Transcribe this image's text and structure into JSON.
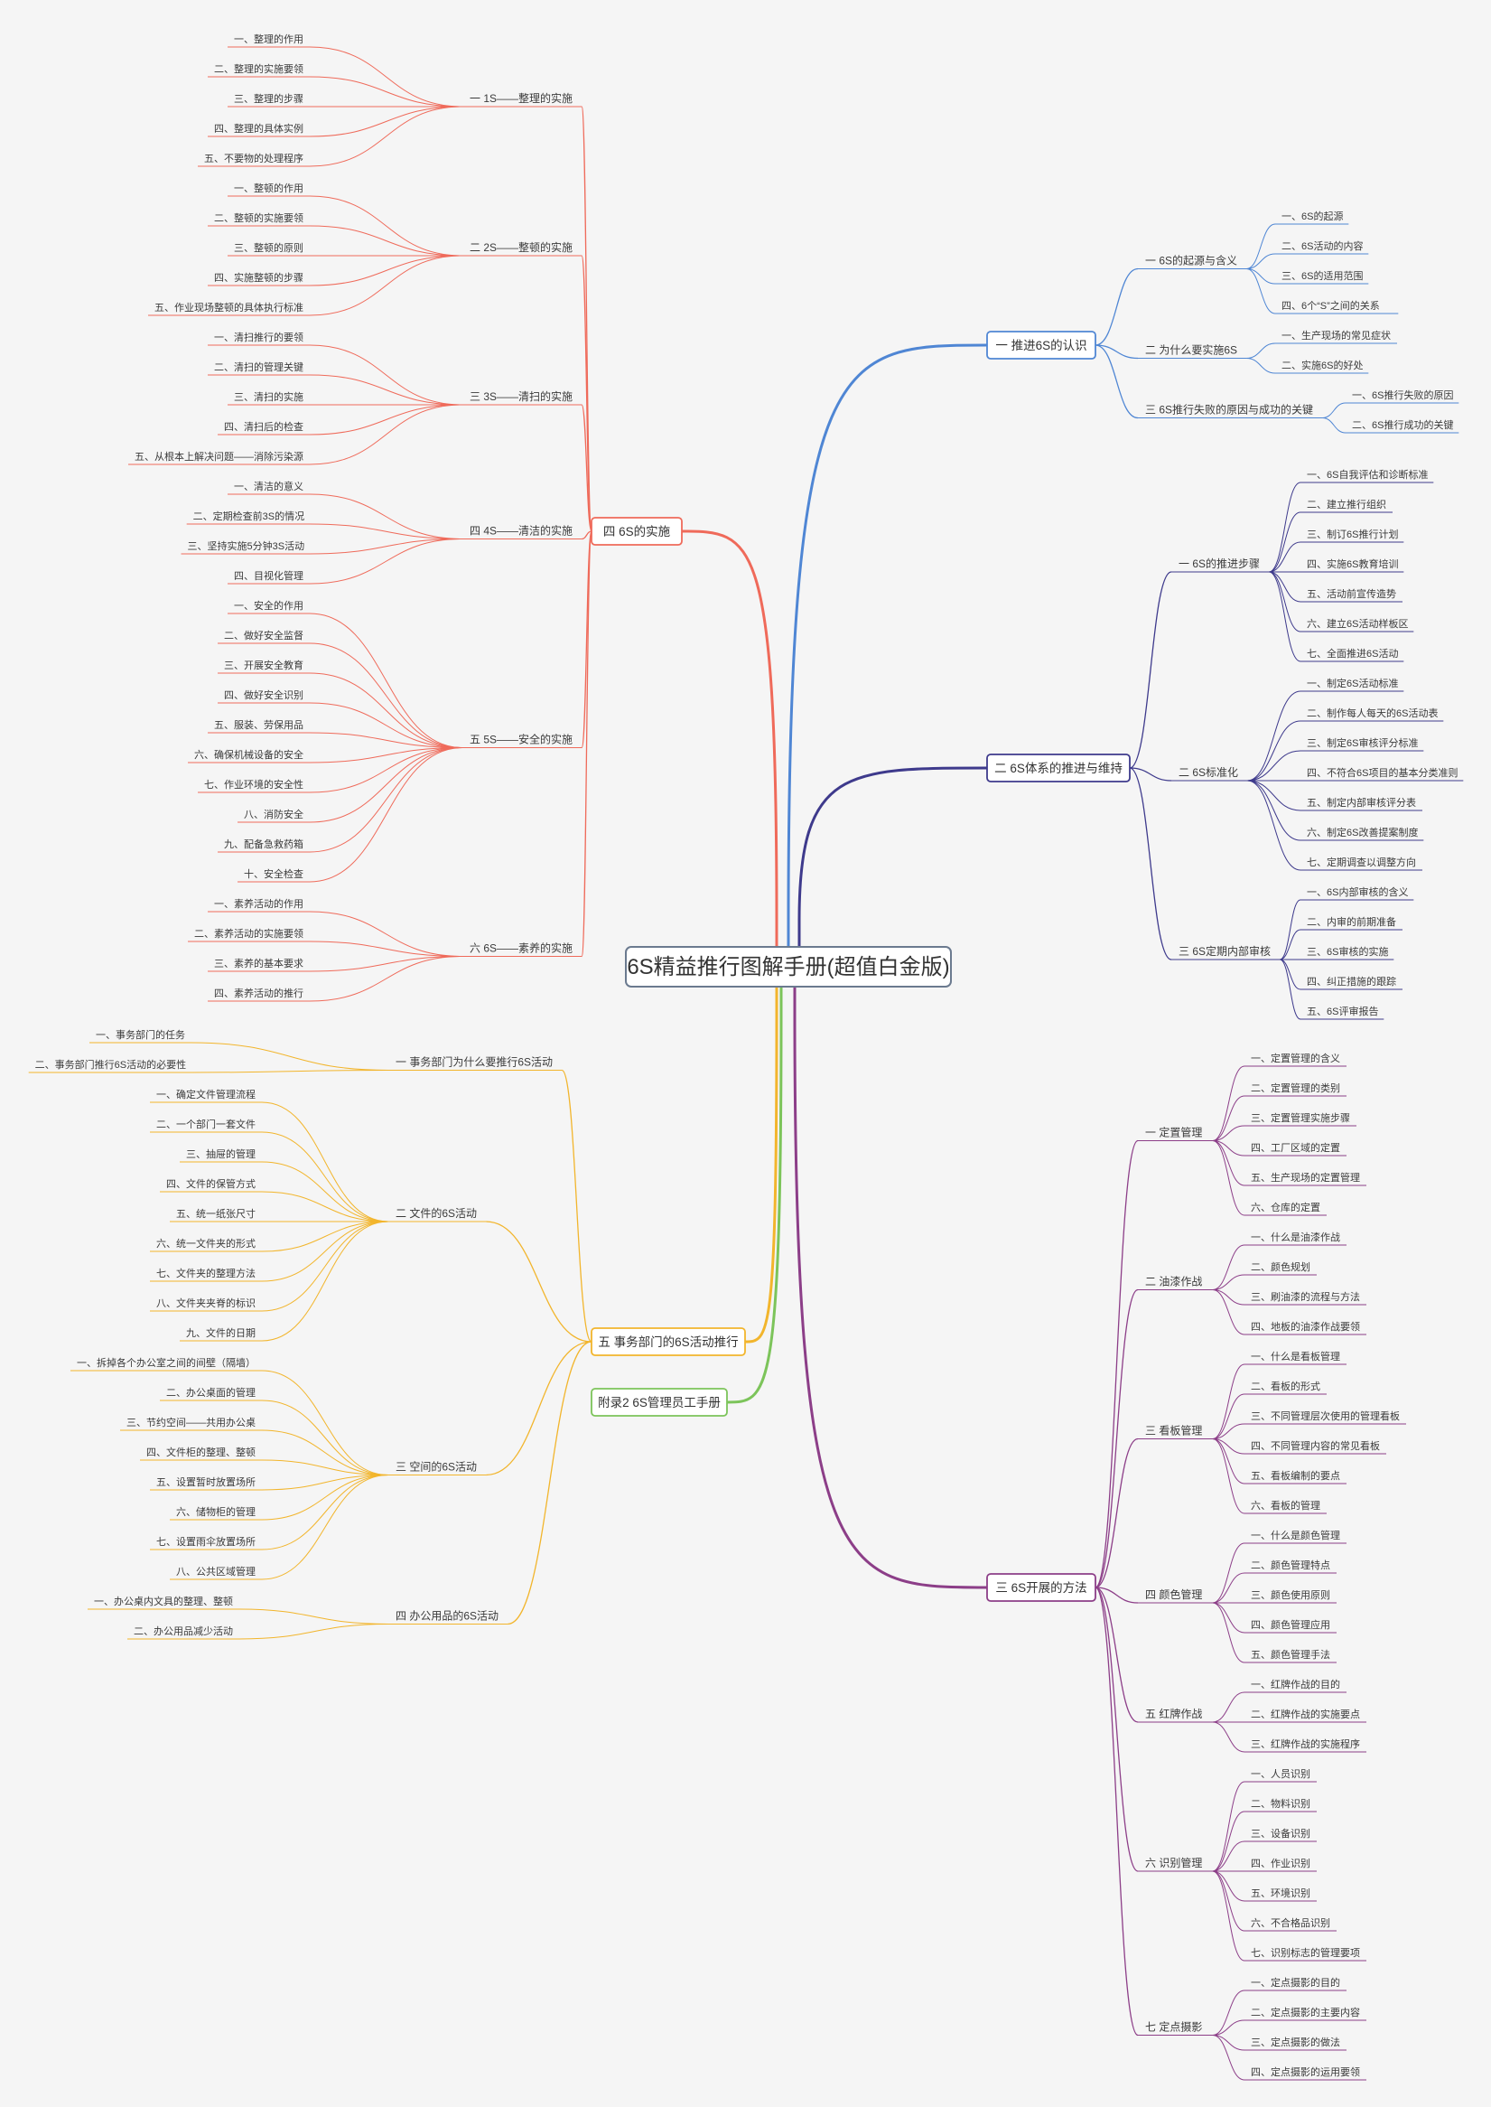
{
  "root": {
    "label": "6S精益推行图解手册(超值白金版)",
    "color": "#6b7a8f"
  },
  "branches": [
    {
      "id": "r1",
      "label": "一 推进6S的认识",
      "color": "#4f86d4",
      "children": [
        {
          "label": "一 6S的起源与含义",
          "children": [
            "一、6S的起源",
            "二、6S活动的内容",
            "三、6S的适用范围",
            "四、6个“S”之间的关系"
          ]
        },
        {
          "label": "二 为什么要实施6S",
          "children": [
            "一、生产现场的常见症状",
            "二、实施6S的好处"
          ]
        },
        {
          "label": "三 6S推行失败的原因与成功的关键",
          "children": [
            "一、6S推行失败的原因",
            "二、6S推行成功的关键"
          ]
        }
      ]
    },
    {
      "id": "r2",
      "label": "二 6S体系的推进与维持",
      "color": "#3e3a8c",
      "children": [
        {
          "label": "一 6S的推进步骤",
          "children": [
            "一、6S自我评估和诊断标准",
            "二、建立推行组织",
            "三、制订6S推行计划",
            "四、实施6S教育培训",
            "五、活动前宣传造势",
            "六、建立6S活动样板区",
            "七、全面推进6S活动"
          ]
        },
        {
          "label": "二 6S标准化",
          "children": [
            "一、制定6S活动标准",
            "二、制作每人每天的6S活动表",
            "三、制定6S审核评分标准",
            "四、不符合6S项目的基本分类准则",
            "五、制定内部审核评分表",
            "六、制定6S改善提案制度",
            "七、定期调查以调整方向"
          ]
        },
        {
          "label": "三 6S定期内部审核",
          "children": [
            "一、6S内部审核的含义",
            "二、内审的前期准备",
            "三、6S审核的实施",
            "四、纠正措施的跟踪",
            "五、6S评审报告"
          ]
        }
      ]
    },
    {
      "id": "r3",
      "label": "三 6S开展的方法",
      "color": "#8c3e88",
      "children": [
        {
          "label": "一 定置管理",
          "children": [
            "一、定置管理的含义",
            "二、定置管理的类别",
            "三、定置管理实施步骤",
            "四、工厂区域的定置",
            "五、生产现场的定置管理",
            "六、仓库的定置"
          ]
        },
        {
          "label": "二 油漆作战",
          "children": [
            "一、什么是油漆作战",
            "二、颜色规划",
            "三、刷油漆的流程与方法",
            "四、地板的油漆作战要领"
          ]
        },
        {
          "label": "三 看板管理",
          "children": [
            "一、什么是看板管理",
            "二、看板的形式",
            "三、不同管理层次使用的管理看板",
            "四、不同管理内容的常见看板",
            "五、看板编制的要点",
            "六、看板的管理"
          ]
        },
        {
          "label": "四 颜色管理",
          "children": [
            "一、什么是颜色管理",
            "二、颜色管理特点",
            "三、颜色使用原则",
            "四、颜色管理应用",
            "五、颜色管理手法"
          ]
        },
        {
          "label": "五 红牌作战",
          "children": [
            "一、红牌作战的目的",
            "二、红牌作战的实施要点",
            "三、红牌作战的实施程序"
          ]
        },
        {
          "label": "六 识别管理",
          "children": [
            "一、人员识别",
            "二、物料识别",
            "三、设备识别",
            "四、作业识别",
            "五、环境识别",
            "六、不合格品识别",
            "七、识别标志的管理要项"
          ]
        },
        {
          "label": "七 定点摄影",
          "children": [
            "一、定点摄影的目的",
            "二、定点摄影的主要内容",
            "三、定点摄影的做法",
            "四、定点摄影的运用要领"
          ]
        }
      ]
    },
    {
      "id": "l1",
      "label": "四 6S的实施",
      "color": "#ef6a5a",
      "children": [
        {
          "label": "一 1S——整理的实施",
          "children": [
            "一、整理的作用",
            "二、整理的实施要领",
            "三、整理的步骤",
            "四、整理的具体实例",
            "五、不要物的处理程序"
          ]
        },
        {
          "label": "二 2S——整顿的实施",
          "children": [
            "一、整顿的作用",
            "二、整顿的实施要领",
            "三、整顿的原则",
            "四、实施整顿的步骤",
            "五、作业现场整顿的具体执行标准"
          ]
        },
        {
          "label": "三 3S——清扫的实施",
          "children": [
            "一、清扫推行的要领",
            "二、清扫的管理关键",
            "三、清扫的实施",
            "四、清扫后的检查",
            "五、从根本上解决问题——消除污染源"
          ]
        },
        {
          "label": "四 4S——清洁的实施",
          "children": [
            "一、清洁的意义",
            "二、定期检查前3S的情况",
            "三、坚持实施5分钟3S活动",
            "四、目视化管理"
          ]
        },
        {
          "label": "五 5S——安全的实施",
          "children": [
            "一、安全的作用",
            "二、做好安全监督",
            "三、开展安全教育",
            "四、做好安全识别",
            "五、服装、劳保用品",
            "六、确保机械设备的安全",
            "七、作业环境的安全性",
            "八、消防安全",
            "九、配备急救药箱",
            "十、安全检查"
          ]
        },
        {
          "label": "六 6S——素养的实施",
          "children": [
            "一、素养活动的作用",
            "二、素养活动的实施要领",
            "三、素养的基本要求",
            "四、素养活动的推行"
          ]
        }
      ]
    },
    {
      "id": "l2",
      "label": "五 事务部门的6S活动推行",
      "color": "#f2b52c",
      "children": [
        {
          "label": "一 事务部门为什么要推行6S活动",
          "children": [
            "一、事务部门的任务",
            "二、事务部门推行6S活动的必要性"
          ]
        },
        {
          "label": "二 文件的6S活动",
          "children": [
            "一、确定文件管理流程",
            "二、一个部门一套文件",
            "三、抽屉的管理",
            "四、文件的保管方式",
            "五、统一纸张尺寸",
            "六、统一文件夹的形式",
            "七、文件夹的整理方法",
            "八、文件夹夹脊的标识",
            "九、文件的日期"
          ]
        },
        {
          "label": "三 空间的6S活动",
          "children": [
            "一、拆掉各个办公室之间的间壁（隔墙）",
            "二、办公桌面的管理",
            "三、节约空间——共用办公桌",
            "四、文件柜的整理、整顿",
            "五、设置暂时放置场所",
            "六、储物柜的管理",
            "七、设置雨伞放置场所",
            "八、公共区域管理"
          ]
        },
        {
          "label": "四 办公用品的6S活动",
          "children": [
            "一、办公桌内文具的整理、整顿",
            "二、办公用品减少活动"
          ]
        }
      ]
    },
    {
      "id": "l3",
      "label": "附录2 6S管理员工手册",
      "color": "#7cc45a",
      "children": []
    }
  ]
}
